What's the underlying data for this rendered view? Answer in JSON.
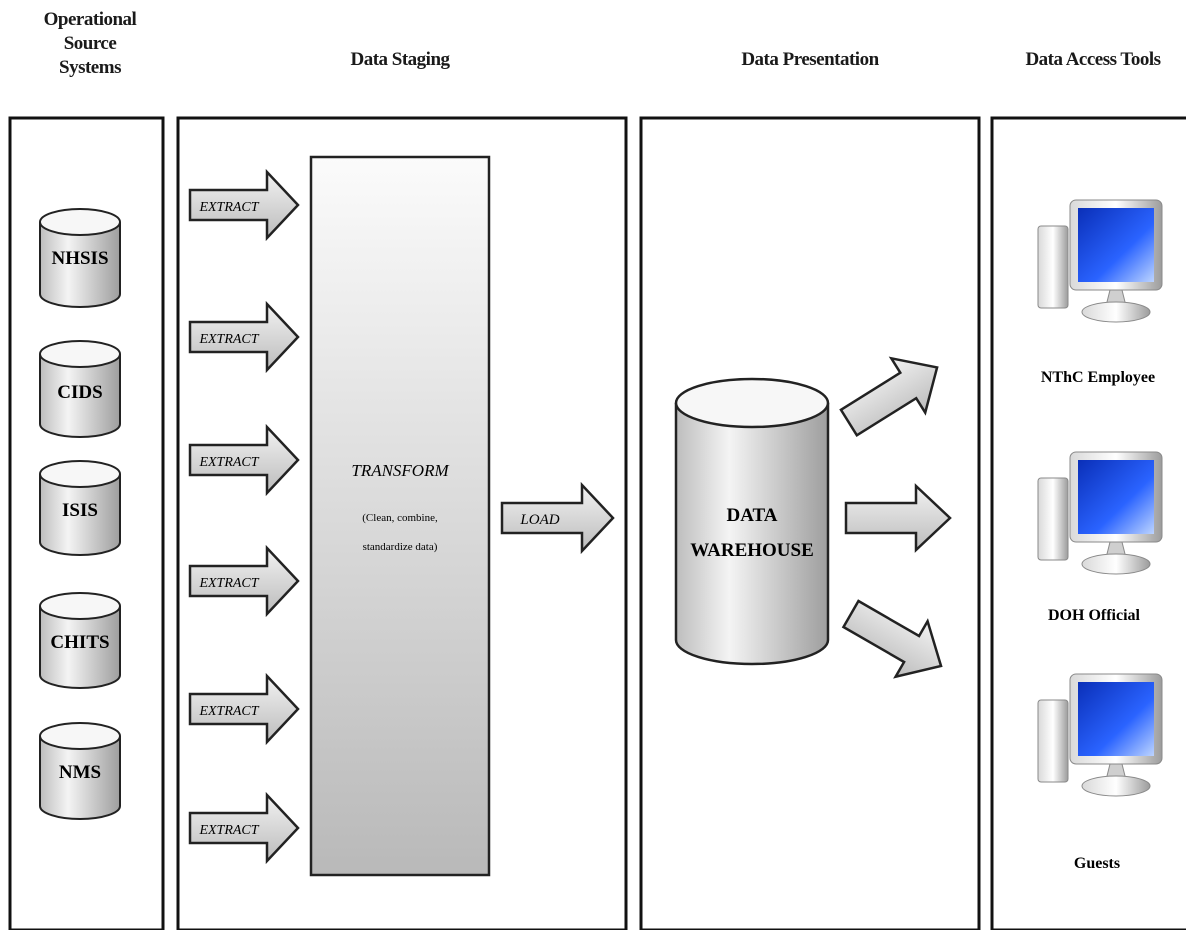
{
  "headers": {
    "source": "Operational Source Systems",
    "staging": "Data Staging",
    "presentation": "Data Presentation",
    "access": "Data Access Tools"
  },
  "sources": [
    "NHSIS",
    "CIDS",
    "ISIS",
    "CHITS",
    "NMS"
  ],
  "extract_label": "EXTRACT",
  "transform": {
    "title": "TRANSFORM",
    "line1": "(Clean, combine,",
    "line2": "standardize data)"
  },
  "load_label": "LOAD",
  "warehouse": {
    "line1": "DATA",
    "line2": "WAREHOUSE"
  },
  "users": [
    "NThC Employee",
    "DOH Official",
    "Guests"
  ]
}
